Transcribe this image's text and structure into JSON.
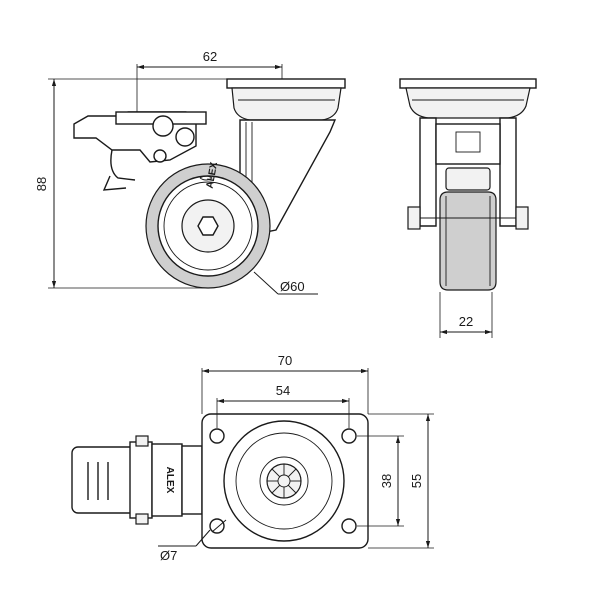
{
  "drawing": {
    "subject": "swivel caster with brake",
    "brand_mark": "ALEX",
    "colors": {
      "ink": "#1a1a1a",
      "paper": "#ffffff",
      "shade": "#cfcfcf",
      "light": "#f2f2f2"
    }
  },
  "dimensions": {
    "side_view": {
      "plate_offset": "62",
      "overall_height": "88",
      "wheel_diameter": "Ø60"
    },
    "front_view": {
      "wheel_width": "22"
    },
    "top_view": {
      "plate_width": "70",
      "hole_spacing_x": "54",
      "hole_spacing_y": "38",
      "plate_depth": "55",
      "hole_diameter": "Ø7"
    }
  }
}
